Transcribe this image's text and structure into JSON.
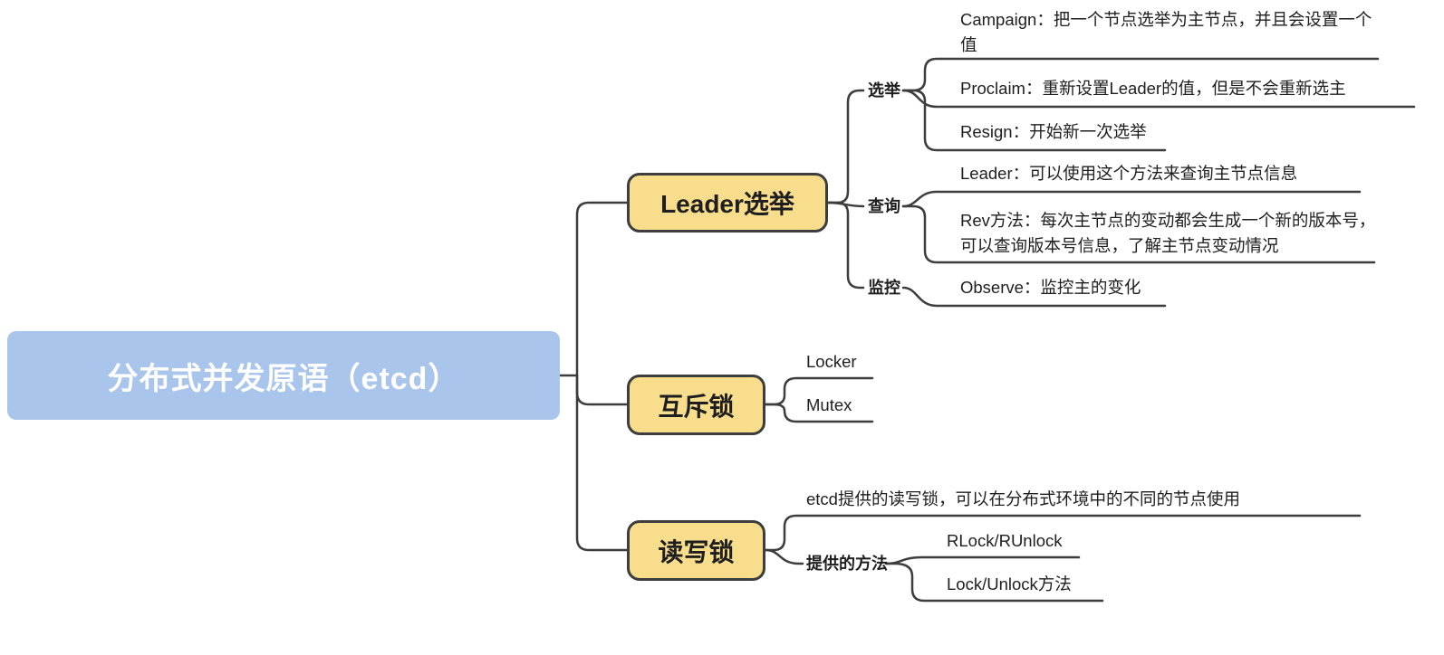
{
  "colors": {
    "root_bg": "#a9c5ec",
    "root_text": "#ffffff",
    "branch_bg": "#f8dd8d",
    "branch_border": "#3d3d3d",
    "line": "#3d3d3d",
    "text": "#1e1e1e"
  },
  "tree": {
    "root": {
      "label": "分布式并发原语（etcd）"
    },
    "branches": [
      {
        "label": "Leader选举",
        "children": [
          {
            "label": "选举",
            "children": [
              {
                "label": "Campaign：把一个节点选举为主节点，并且会设置一个值"
              },
              {
                "label": "Proclaim：重新设置Leader的值，但是不会重新选主"
              },
              {
                "label": "Resign：开始新一次选举"
              }
            ]
          },
          {
            "label": "查询",
            "children": [
              {
                "label": "Leader：可以使用这个方法来查询主节点信息"
              },
              {
                "label": "Rev方法：每次主节点的变动都会生成一个新的版本号，可以查询版本号信息，了解主节点变动情况"
              }
            ]
          },
          {
            "label": "监控",
            "children": [
              {
                "label": "Observe：监控主的变化"
              }
            ]
          }
        ]
      },
      {
        "label": "互斥锁",
        "children": [
          {
            "label": "Locker"
          },
          {
            "label": "Mutex"
          }
        ]
      },
      {
        "label": "读写锁",
        "children": [
          {
            "label": "etcd提供的读写锁，可以在分布式环境中的不同的节点使用"
          },
          {
            "label": "提供的方法",
            "children": [
              {
                "label": "RLock/RUnlock"
              },
              {
                "label": "Lock/Unlock方法"
              }
            ]
          }
        ]
      }
    ]
  }
}
